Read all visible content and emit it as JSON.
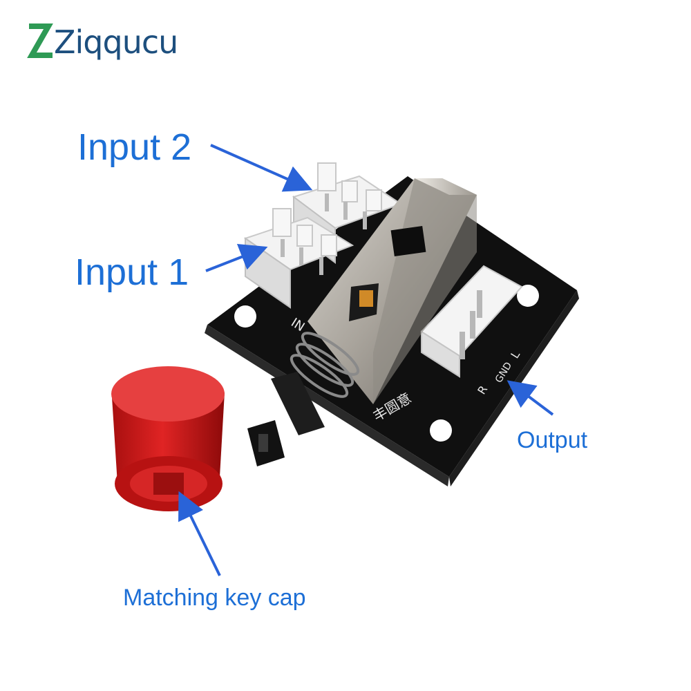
{
  "brand": {
    "name": "Ziqqucu",
    "accent_color": "#2e9a55",
    "text_color": "#1d4f7e"
  },
  "callouts": {
    "input_2": "Input 2",
    "input_1": "Input 1",
    "output": "Output",
    "key_cap": "Matching key cap"
  },
  "board": {
    "in_label": "IN",
    "pin_r": "R",
    "pin_gnd": "GND",
    "pin_l": "L",
    "maker_chars": "丰圆意"
  },
  "colors": {
    "callout_blue": "#1d6fd6",
    "pcb": "#141414",
    "connector": "#f2f2f2",
    "keycap_red": "#d01818",
    "switch_metal": "#b8b4ae"
  }
}
